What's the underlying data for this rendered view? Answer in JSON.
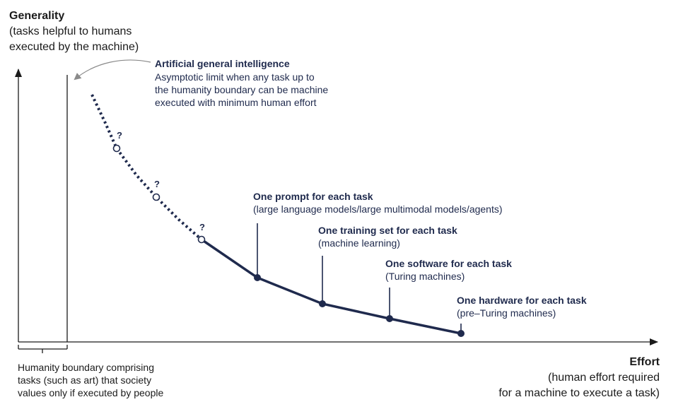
{
  "y_axis": {
    "title": "Generality",
    "subtitle_lines": [
      "(tasks helpful to humans",
      "executed by the machine)"
    ]
  },
  "x_axis": {
    "title": "Effort",
    "subtitle_lines": [
      "(human effort required",
      "for a machine to execute a task)"
    ]
  },
  "agi": {
    "title": "Artificial general intelligence",
    "lines": [
      "Asymptotic limit when any task up to",
      "the humanity boundary can be machine",
      "executed with minimum human effort"
    ]
  },
  "humanity_boundary": {
    "lines": [
      "Humanity boundary comprising",
      "tasks (such as art) that society",
      "values only if executed by people"
    ]
  },
  "unknown_marker": "?",
  "milestones": [
    {
      "title": "One prompt for each task",
      "detail": "(large language models/large multimodal models/agents)"
    },
    {
      "title": "One training set for each task",
      "detail": "(machine learning)"
    },
    {
      "title": "One software for each task",
      "detail": "(Turing machines)"
    },
    {
      "title": "One hardware for each task",
      "detail": "(pre–Turing machines)"
    }
  ],
  "colors": {
    "curve": "#1f2a4d",
    "axis": "#1b1b1b",
    "arrow": "#8a8a8a"
  }
}
